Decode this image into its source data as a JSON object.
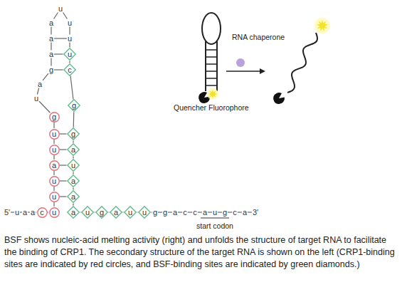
{
  "diagram": {
    "caption": "BSF shows nucleic-acid melting activity (right) and unfolds the structure of target RNA to facilitate the binding of CRP1. The secondary structure of the target RNA is shown on the left (CRP1-binding sites are indicated by red circles, and BSF-binding sites are indicated by green diamonds.)",
    "nodes": [
      {
        "text": [
          "c"
        ]
      },
      {
        "text": [
          "u"
        ]
      },
      {
        "text": [
          "u"
        ]
      },
      {
        "text": [
          "u"
        ]
      },
      {
        "text": [
          "a"
        ]
      },
      {
        "text": [
          "u"
        ]
      },
      {
        "text": [
          "u"
        ]
      },
      {
        "text": [
          "g"
        ]
      },
      {
        "text": [
          "u"
        ]
      },
      {
        "text": [
          "c"
        ]
      },
      {
        "text": [
          "g"
        ]
      },
      {
        "text": [
          "g"
        ]
      },
      {
        "text": [
          "a"
        ]
      },
      {
        "text": [
          "u"
        ]
      },
      {
        "text": [
          "a"
        ]
      },
      {
        "text": [
          "a"
        ]
      },
      {
        "text": [
          "a"
        ]
      },
      {
        "text": [
          "u"
        ]
      },
      {
        "text": [
          "g"
        ]
      },
      {
        "text": [
          "a"
        ]
      },
      {
        "text": [
          "u"
        ]
      },
      {
        "text": [
          "u"
        ]
      }
    ],
    "edges": [
      {
        "from": 0,
        "to": 1,
        "arrow": "none"
      },
      {
        "from": 1,
        "to": 2,
        "arrow": "none"
      },
      {
        "from": 2,
        "to": 3,
        "arrow": "none"
      },
      {
        "from": 3,
        "to": 4,
        "arrow": "none"
      },
      {
        "from": 4,
        "to": 5,
        "arrow": "none"
      },
      {
        "from": 5,
        "to": 6,
        "arrow": "none"
      },
      {
        "from": 6,
        "to": 7,
        "arrow": "none"
      },
      {
        "from": 8,
        "to": 9,
        "arrow": "none"
      },
      {
        "from": 9,
        "to": 10,
        "arrow": "none"
      },
      {
        "from": 10,
        "to": 11,
        "arrow": "none"
      },
      {
        "from": 11,
        "to": 12,
        "arrow": "none"
      },
      {
        "from": 12,
        "to": 13,
        "arrow": "none"
      },
      {
        "from": 13,
        "to": 14,
        "arrow": "none"
      },
      {
        "from": 14,
        "to": 15,
        "arrow": "none"
      },
      {
        "from": 15,
        "to": 16,
        "arrow": "none"
      },
      {
        "from": 16,
        "to": 17,
        "arrow": "none"
      },
      {
        "from": 17,
        "to": 18,
        "arrow": "none"
      },
      {
        "from": 18,
        "to": 19,
        "arrow": "none"
      },
      {
        "from": 19,
        "to": 20,
        "arrow": "none"
      },
      {
        "from": 20,
        "to": 21,
        "arrow": "none"
      },
      {
        "from": 6,
        "to": 11,
        "arrow": "none"
      },
      {
        "from": 5,
        "to": 12,
        "arrow": "none"
      },
      {
        "from": 4,
        "to": 13,
        "arrow": "none"
      },
      {
        "from": 3,
        "to": 14,
        "arrow": "none"
      },
      {
        "from": 2,
        "to": 15,
        "arrow": "none"
      }
    ],
    "labels": [
      "5'",
      "u",
      "a",
      "a",
      "u",
      "a",
      "g",
      "a",
      "a",
      "a",
      "u",
      "u",
      "u",
      "g",
      "g",
      "a",
      "c",
      "c",
      "a",
      "u",
      "g",
      "c",
      "a",
      "3'",
      "start codon",
      "RNA chaperone",
      "Quencher",
      "Fluorophore"
    ]
  }
}
